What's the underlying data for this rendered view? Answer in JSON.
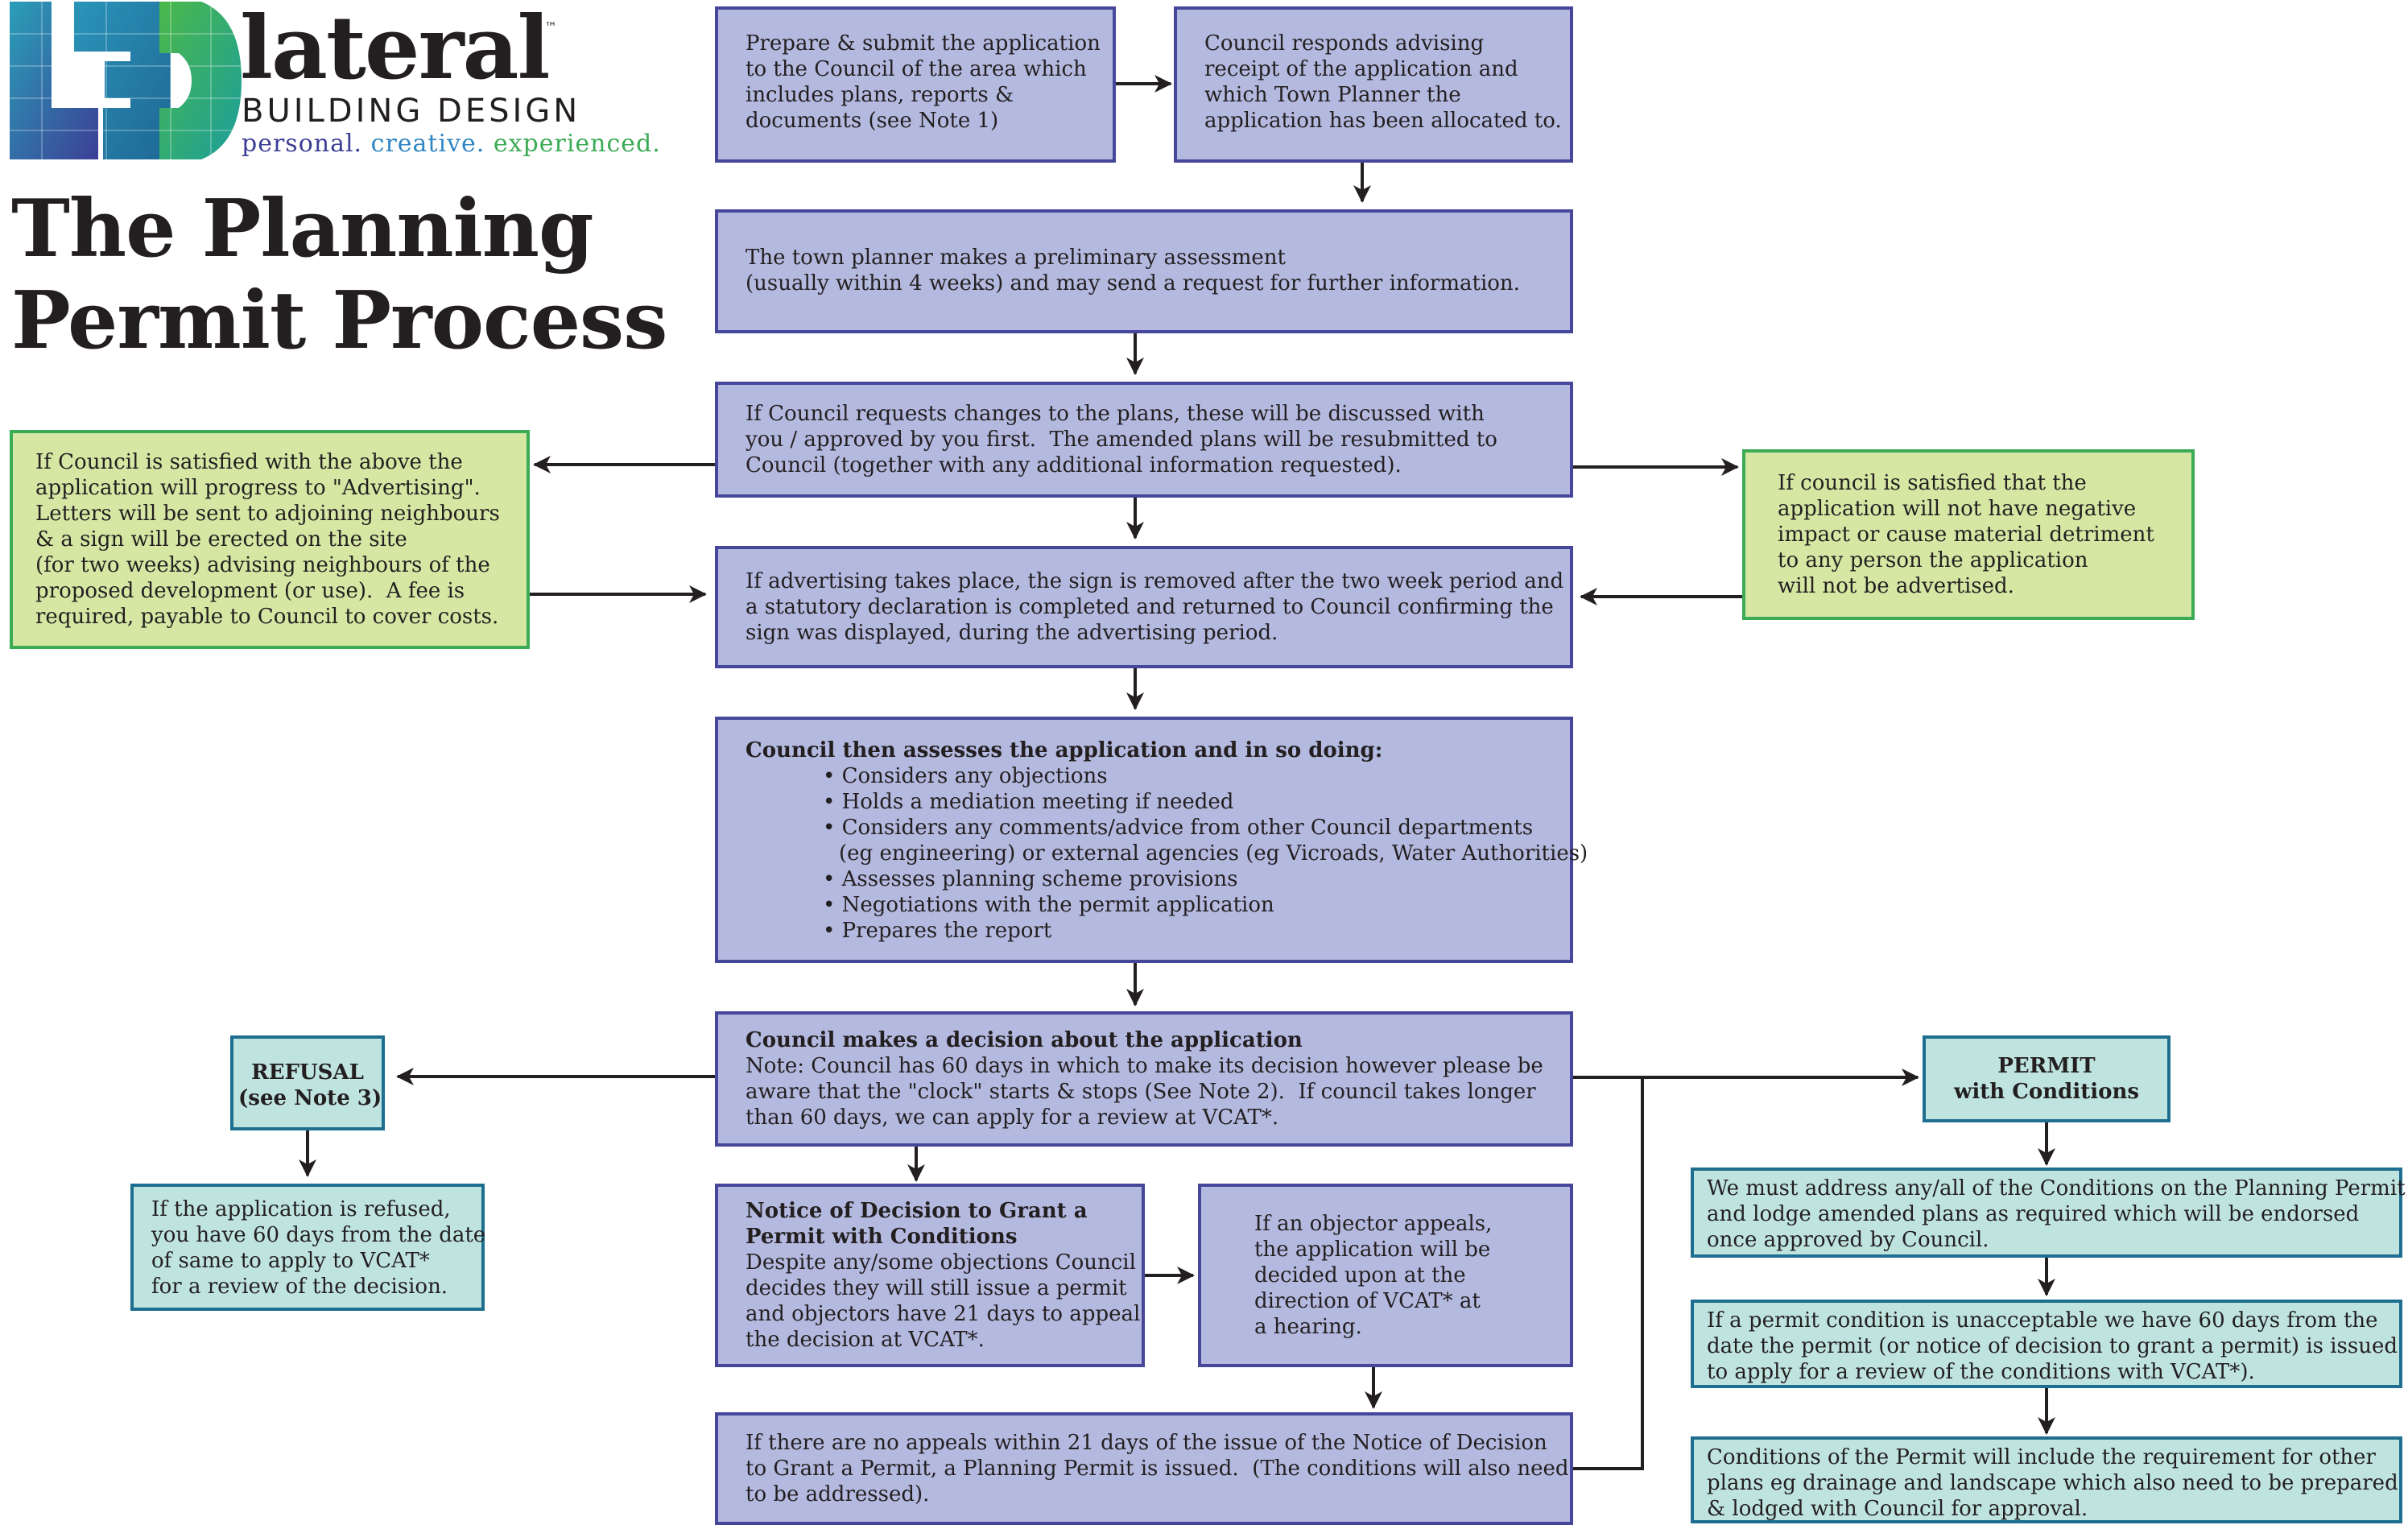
{
  "brand": {
    "wordmark": "lateral",
    "tm": "™",
    "subtitle": "BUILDING DESIGN",
    "tagline": {
      "w1": "personal.",
      "w2": "creative.",
      "w3": "experienced."
    },
    "colors": {
      "navy": "#3c3f96",
      "blue": "#2f86c4",
      "green": "#3bab55",
      "teal": "#1b9e9c"
    }
  },
  "title": {
    "line1": "The Planning",
    "line2": "Permit Process"
  },
  "colors": {
    "process_fill": "#b4b9df",
    "process_border": "#46479a",
    "condition_fill": "#d6e7a4",
    "condition_border": "#3bab55",
    "outcome_fill": "#bfe4df",
    "outcome_border": "#1d6e8f",
    "arrow": "#231f20"
  },
  "boxes": {
    "submit": [
      "Prepare & submit the application",
      "to the Council of the area which",
      "includes plans, reports &",
      "documents (see Note 1)"
    ],
    "council_responds": [
      "Council responds advising",
      "receipt of the application and",
      "which Town Planner the",
      "application has been allocated to."
    ],
    "assessment": [
      "The town planner makes a preliminary assessment",
      "(usually within 4 weeks) and may send a request for further information."
    ],
    "changes": [
      "If Council requests changes to the plans, these will be discussed with",
      "you / approved by you first.  The amended plans will be resubmitted to",
      "Council (together with any additional information requested)."
    ],
    "advertising_left": [
      "If Council is satisfied with the above the",
      "application will progress to \"Advertising\".",
      "Letters will be sent to adjoining neighbours",
      "& a sign will be erected on the site",
      "(for two weeks) advising neighbours of the",
      "proposed development (or use).  A fee is",
      "required, payable to Council to cover costs."
    ],
    "no_advertising_right": [
      "If council is satisfied that the",
      "application will not have negative",
      "impact or cause material detriment",
      "to any person the application",
      "will not be advertised."
    ],
    "sign_removed": [
      "If advertising takes place, the sign is removed after the two week period and",
      "a statutory declaration is completed and returned to Council confirming the",
      "sign was displayed, during the advertising period."
    ],
    "council_assesses": {
      "heading": "Council then assesses the application and in so doing:",
      "items": [
        "• Considers any objections",
        "• Holds a mediation meeting if needed",
        "• Considers any comments/advice from other Council departments",
        "(eg engineering) or external agencies (eg Vicroads, Water Authorities)",
        "• Assesses planning scheme provisions",
        "• Negotiations with the permit application",
        "• Prepares the report"
      ]
    },
    "decision": {
      "heading": "Council makes a decision about the application",
      "lines": [
        "Note: Council has 60 days in which to make its decision however please be",
        "aware that the \"clock\" starts & stops (See Note 2).  If council takes longer",
        "than 60 days, we can apply for a review at VCAT*."
      ]
    },
    "refusal": [
      "REFUSAL",
      "(see Note 3)"
    ],
    "refused_review": [
      "If the application is refused,",
      "you have 60 days from the date",
      "of same to apply to VCAT*",
      "for a review of the decision."
    ],
    "notice_of_decision": {
      "heading": [
        "Notice of Decision to Grant a",
        "Permit with Conditions"
      ],
      "lines": [
        "Despite any/some objections Council",
        "decides they will still issue a permit",
        "and objectors have 21 days to appeal",
        "the decision at VCAT*."
      ]
    },
    "objector_appeals": [
      "If an objector appeals,",
      "the application will be",
      "decided upon at the",
      "direction of VCAT* at",
      "a hearing."
    ],
    "no_appeals": [
      "If there are no appeals within 21 days of the issue of the Notice of Decision",
      "to Grant a Permit, a Planning Permit is issued.  (The conditions will also need",
      "to be addressed)."
    ],
    "permit_conditions": [
      "PERMIT",
      "with Conditions"
    ],
    "address_conditions": [
      "We must address any/all of the Conditions on the Planning Permit",
      "and lodge amended plans as required which will be endorsed",
      "once approved by Council."
    ],
    "condition_review": [
      "If a permit condition is unacceptable we have 60 days from the",
      "date the permit (or notice of decision to grant a permit) is issued",
      "to apply for a review of the conditions with VCAT*)."
    ],
    "other_plans": [
      "Conditions of the Permit will include the requirement for other",
      "plans eg drainage and landscape which also need to be prepared",
      "& lodged with Council for approval."
    ]
  }
}
